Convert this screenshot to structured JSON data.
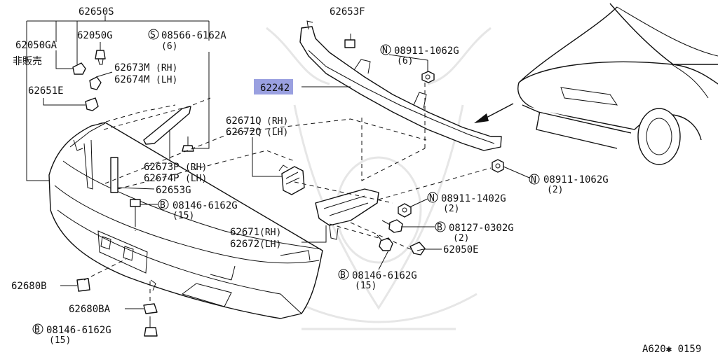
{
  "diagram_code": "A620✱ 0159",
  "not_for_sale": "非販売",
  "parts": [
    {
      "code": "62650S"
    },
    {
      "code": "62050G"
    },
    {
      "code": "62050GA"
    },
    {
      "code": "62651E"
    },
    {
      "code": "62673M",
      "side": "(RH)"
    },
    {
      "code": "62674M",
      "side": "(LH)"
    },
    {
      "code": "08566-6162A",
      "prefix": "S",
      "qty": "(6)"
    },
    {
      "code": "62653F"
    },
    {
      "code": "08911-1062G",
      "prefix": "N",
      "qty": "(6)"
    },
    {
      "code": "62242",
      "highlighted": true
    },
    {
      "code": "62671Q",
      "side": "(RH)"
    },
    {
      "code": "62672Q",
      "side": "(LH)"
    },
    {
      "code": "08911-1062G",
      "prefix": "N",
      "qty": "(2)"
    },
    {
      "code": "62673P",
      "side": "(RH)"
    },
    {
      "code": "62674P",
      "side": "(LH)"
    },
    {
      "code": "62653G"
    },
    {
      "code": "08146-6162G",
      "prefix": "B",
      "qty": "(15)"
    },
    {
      "code": "08911-1402G",
      "prefix": "N",
      "qty": "(2)"
    },
    {
      "code": "08127-0302G",
      "prefix": "B",
      "qty": "(2)"
    },
    {
      "code": "62671",
      "side": "(RH)"
    },
    {
      "code": "62672",
      "side": "(LH)"
    },
    {
      "code": "62050E"
    },
    {
      "code": "08146-6162G",
      "prefix": "B",
      "qty": "(15)"
    },
    {
      "code": "62680B"
    },
    {
      "code": "62680BA"
    },
    {
      "code": "08146-6162G",
      "prefix": "B",
      "qty": "(15)"
    }
  ]
}
